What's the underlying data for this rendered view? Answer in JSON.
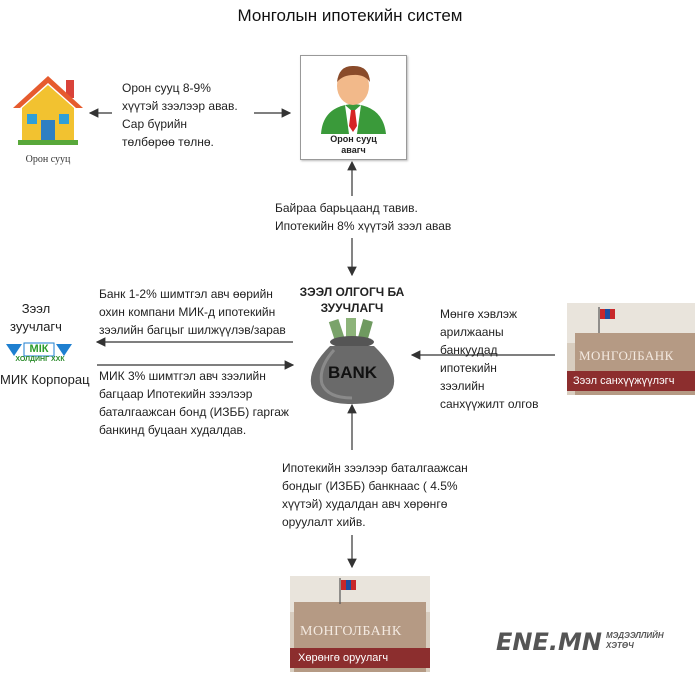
{
  "title": "Монголын ипотекийн систем",
  "house": {
    "icon": "house-icon",
    "caption": "Орон сууц"
  },
  "buyer": {
    "icon": "person-icon",
    "caption_line1": "Орон сууц",
    "caption_line2": "авагч"
  },
  "text_house_buyer": [
    "Орон сууц 8-9%",
    "хүүтэй зээлээр авав.",
    "Сар бүрийн",
    "төлбөрөө төлнө."
  ],
  "text_collateral": [
    "Байраа барьцаанд тавив.",
    "Ипотекийн 8% хүүтэй зээл авав"
  ],
  "lender": {
    "title_line1": "ЗЭЭЛ ОЛГОГЧ БА",
    "title_line2": "ЗУУЧЛАГЧ",
    "bag_label": "BANK",
    "icon": "money-bag-icon"
  },
  "broker": {
    "label_line1": "Зээл",
    "label_line2": "зуучлагч",
    "logo_text": "МІК",
    "logo_sub": "ХОЛДИНГ ХХК",
    "name": "МИК Корпорац"
  },
  "text_to_broker": [
    "Банк 1-2% шимтгэл авч  өөрийн",
    "охин компани МИК-д ипотекийн",
    "зээлийн багцыг шилжүүлэв/зарав"
  ],
  "text_from_broker": [
    "МИК 3% шимтгэл авч зээлийн",
    "багцаар Ипотекийн зээлээр",
    "баталгаажсан бонд (ИЗББ) гаргаж",
    "банкинд буцаан худалдав."
  ],
  "text_funding": [
    "Мөнгө хэвлэж",
    "арилжааны",
    "банкуудад",
    "ипотекийн",
    "зээлийн",
    "санхүүжилт олгов"
  ],
  "text_investor": [
    "Ипотекийн зээлээр баталгаажсан",
    "бондыг (ИЗББ) банкнаас ( 4.5%",
    "хүүтэй) худалдан авч хөрөнгө",
    "оруулалт хийв."
  ],
  "bank_right": {
    "name": "МОНГОЛБАНК",
    "role": "Зээл санхүүжүүлэгч",
    "icon": "flag-icon"
  },
  "bank_bottom": {
    "name": "МОНГОЛБАНК",
    "role": "Хөрөнгө оруулагч",
    "icon": "flag-icon"
  },
  "watermark": {
    "logo": "ENE.MN",
    "tag_line1": "МЭДЭЭЛЛИЙН",
    "tag_line2": "ХЭТӨЧ"
  }
}
